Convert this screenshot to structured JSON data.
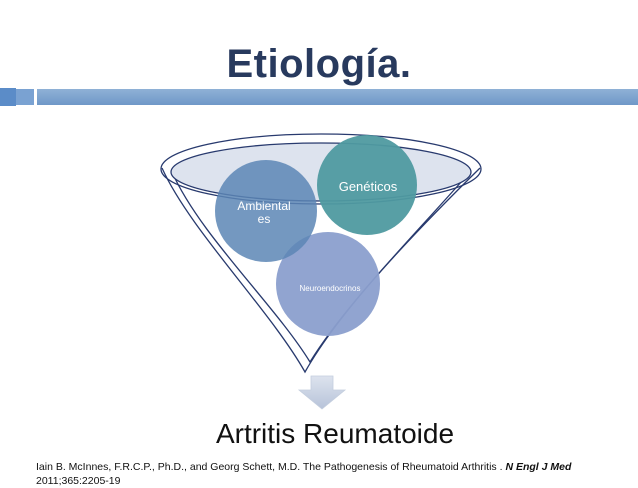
{
  "slide": {
    "title": "Etiología."
  },
  "diagram": {
    "factors": [
      {
        "label_lines": [
          "Ambiental",
          "es"
        ],
        "color": "#5c86b5"
      },
      {
        "label_lines": [
          "Genéticos"
        ],
        "color": "#4f9aa0"
      },
      {
        "label_lines": [
          "Neuroendocrinos"
        ],
        "color": "#8b9fce"
      }
    ],
    "outcome": "Artritis Reumatoide",
    "funnel_stroke": "#283a6e",
    "ellipse_fill": "#dde3ee",
    "arrow_fill": "#c9d2e2"
  },
  "citation": {
    "authors": "Iain B. McInnes, F.R.C.P., Ph.D., and Georg Schett, M.D. The Pathogenesis of Rheumatoid Arthritis .",
    "journal": "N Engl J Med",
    "details": "2011;365:2205-19"
  },
  "colors": {
    "title": "#283a5e",
    "accent_bar": "#6f98c8"
  }
}
